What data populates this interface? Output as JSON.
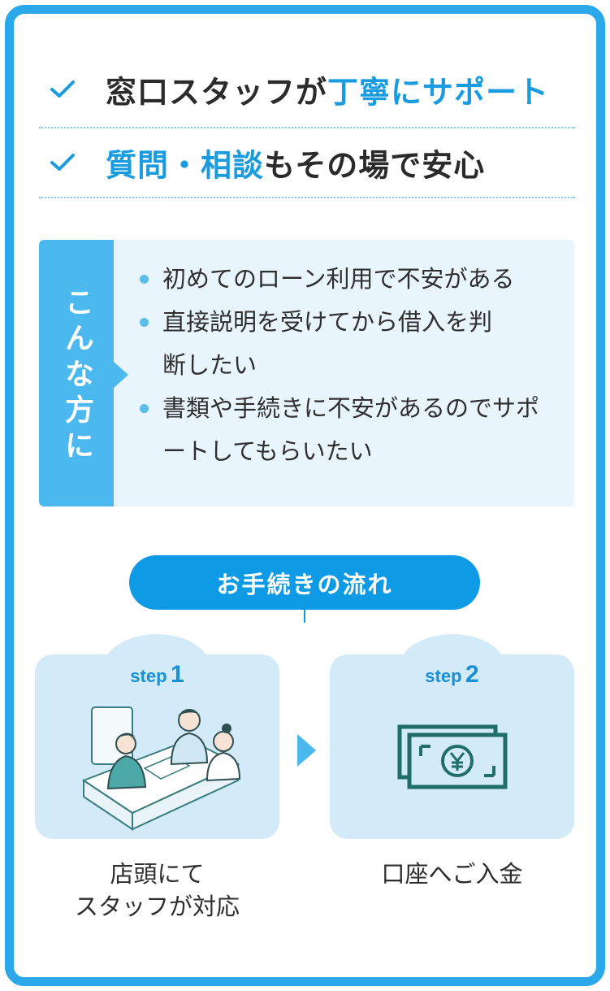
{
  "checks": [
    {
      "plain_before": "窓口スタッフが",
      "highlight": "丁寧にサポート",
      "plain_after": ""
    },
    {
      "plain_before": "",
      "highlight": "質問・相談",
      "plain_after": "もその場で安心"
    }
  ],
  "target": {
    "label": "こんな方に",
    "items": [
      "初めてのローン利用で不安がある",
      "直接説明を受けてから借入を判断したい",
      "書類や手続きに不安があるのでサポートしてもらいたい"
    ]
  },
  "flow": {
    "title": "お手続きの流れ",
    "steps": [
      {
        "word": "step",
        "number": "1",
        "caption_line1": "店頭にて",
        "caption_line2": "スタッフが対応",
        "illustration": "staff-consultation-illustration"
      },
      {
        "word": "step",
        "number": "2",
        "caption_line1": "口座へご入金",
        "caption_line2": "",
        "illustration": "yen-banknote-icon"
      }
    ]
  },
  "colors": {
    "accent": "#1a9be0",
    "frame": "#2aa8ea",
    "panel": "#e9f5fc",
    "label": "#4bb9ef",
    "pill": "#0e9ae4",
    "card": "#d3ebf8"
  }
}
